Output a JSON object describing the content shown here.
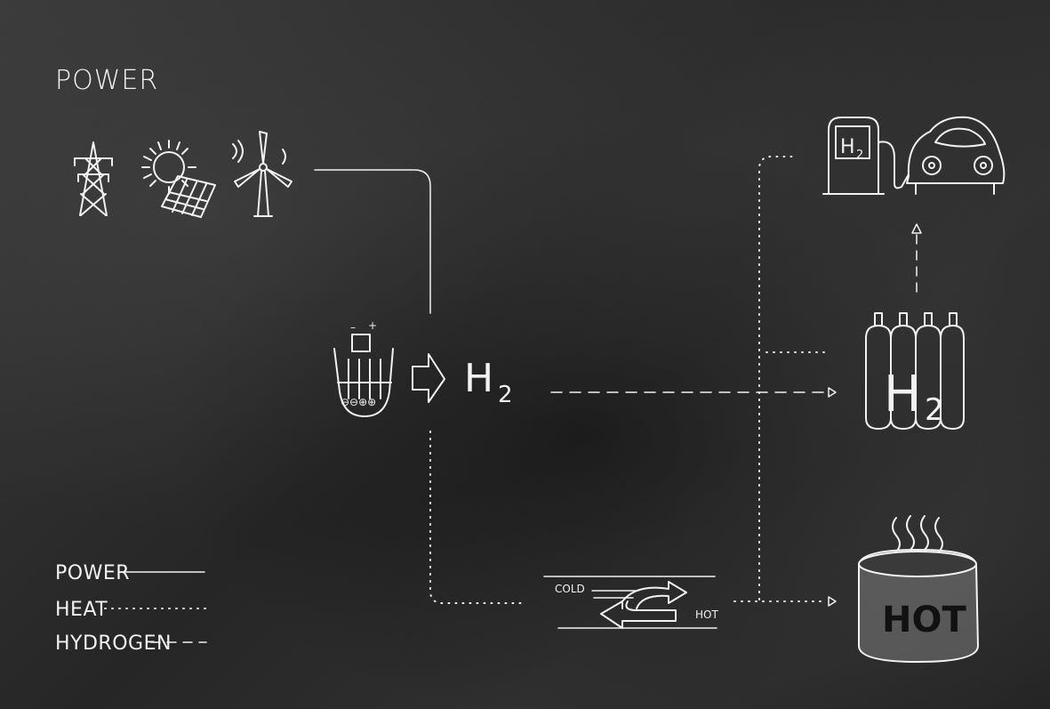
{
  "header": {
    "title": "POWER"
  },
  "electrolyzer": {
    "minus": "–",
    "plus": "+",
    "symbols": "⊖⊖⊕⊕"
  },
  "product": {
    "h": "H",
    "sub": "2"
  },
  "pump": {
    "label": "H",
    "sub": "2"
  },
  "tanks": {
    "label": "H",
    "sub": "2"
  },
  "exchanger": {
    "cold": "COLD",
    "hot": "HOT"
  },
  "storage": {
    "label": "HOT"
  },
  "legend": {
    "items": [
      {
        "label": "POWER",
        "style": "solid"
      },
      {
        "label": "HEAT",
        "style": "dotted"
      },
      {
        "label": "HYDROGEN",
        "style": "dashed"
      }
    ]
  },
  "colors": {
    "chalk": "#f2f2f2",
    "board": "#2a2a2a"
  }
}
